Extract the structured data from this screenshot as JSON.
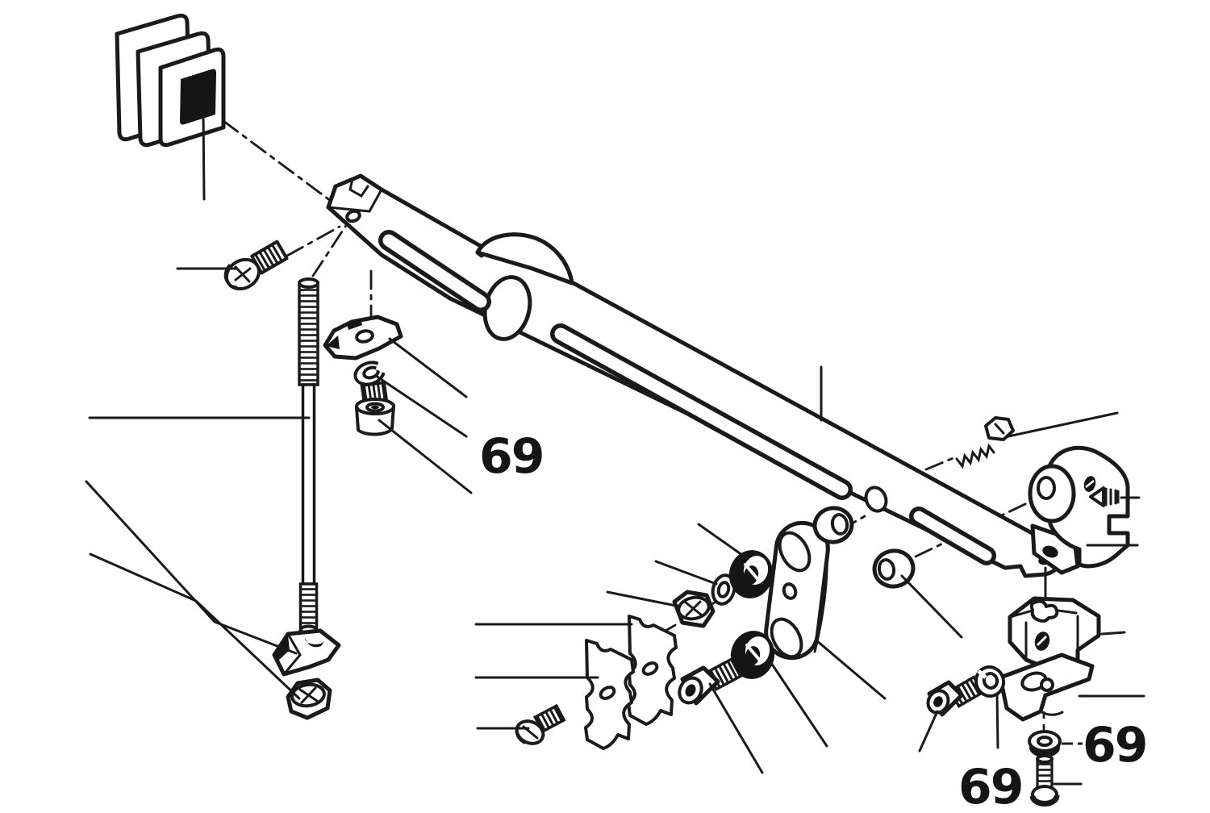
{
  "diagram": {
    "type": "exploded-parts-diagram",
    "background": "#ffffff",
    "line_color": "#1a1a1a",
    "callouts": [
      {
        "text": "69"
      },
      {
        "text": "69"
      },
      {
        "text": "69"
      }
    ],
    "parts": [
      "buffer-pad-stack",
      "phillips-screw",
      "threaded-rod",
      "retainer-clip",
      "split-washer",
      "socket-screw-upper",
      "main-arm",
      "wedge-plate",
      "hex-nut-lower",
      "hex-nut-mid",
      "flat-washer-mid",
      "ball-socket-upper",
      "ball-socket-lower",
      "link-plate",
      "cap-screw-mid",
      "bushing-upper",
      "bushing-right",
      "serrated-plate-left",
      "serrated-plate-right",
      "pan-head-screw",
      "hex-bolt-right",
      "pivot-mount",
      "set-screw",
      "clamp-block",
      "clamp-strip",
      "cap-screw-bottom-right",
      "spring-washer-right",
      "cup-washer",
      "stud-screw-bottom"
    ]
  }
}
